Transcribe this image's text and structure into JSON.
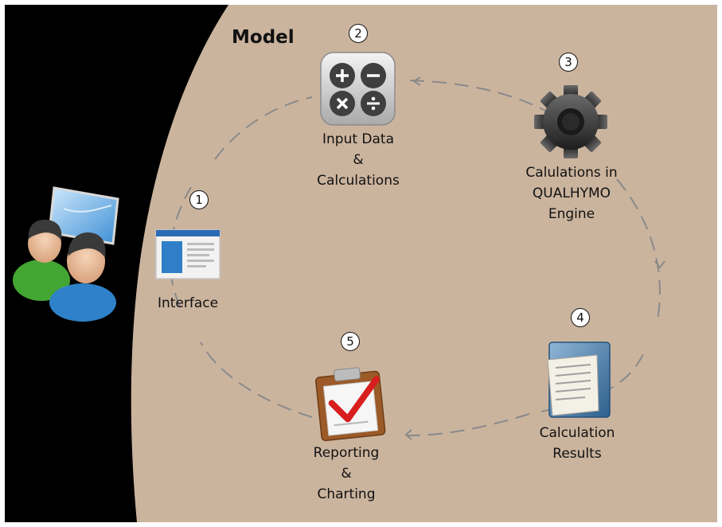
{
  "title": "Model",
  "nodes": [
    {
      "id": "interface",
      "number": "1",
      "lines": [
        "Interface"
      ],
      "icon": "interface-window-icon"
    },
    {
      "id": "input",
      "number": "2",
      "lines": [
        "Input Data",
        "&",
        "Calculations"
      ],
      "icon": "calculator-icon"
    },
    {
      "id": "engine",
      "number": "3",
      "lines": [
        "Calulations in",
        "QUALHYMO",
        "Engine"
      ],
      "icon": "gear-icon"
    },
    {
      "id": "results",
      "number": "4",
      "lines": [
        "Calculation",
        "Results"
      ],
      "icon": "document-scroll-icon"
    },
    {
      "id": "reporting",
      "number": "5",
      "lines": [
        "Reporting",
        "&",
        "Charting"
      ],
      "icon": "clipboard-check-icon"
    }
  ],
  "users_icon": "users-monitor-icon",
  "colors": {
    "panel": "#cbb49e",
    "outer": "#000000",
    "flow": "#8a8a8a"
  }
}
